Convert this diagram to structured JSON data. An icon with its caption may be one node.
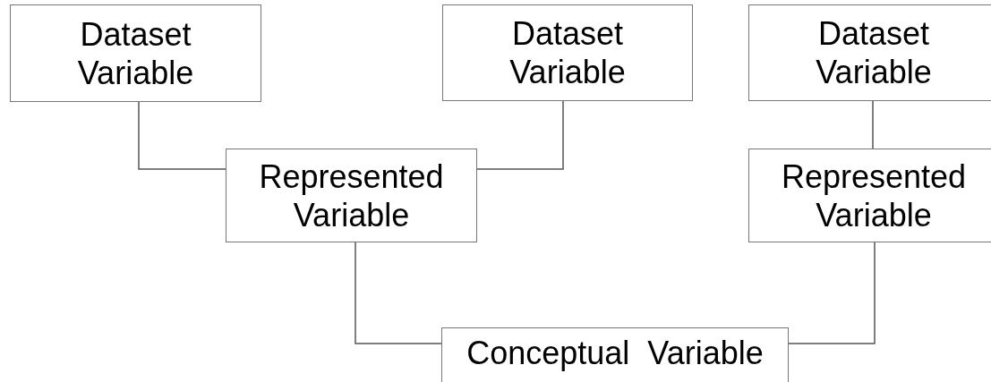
{
  "diagram": {
    "nodes": [
      {
        "text": [
          "Dataset Variable"
        ]
      },
      {
        "text": [
          "Dataset Variable"
        ]
      },
      {
        "text": [
          "Dataset Variable"
        ]
      },
      {
        "text": [
          "Represented Variable"
        ]
      },
      {
        "text": [
          "Represented Variable"
        ]
      },
      {
        "text": [
          "Conceptual  Variable"
        ]
      }
    ],
    "edges": [
      {
        "from": 0,
        "to": 3,
        "arrow": "none"
      },
      {
        "from": 1,
        "to": 3,
        "arrow": "none"
      },
      {
        "from": 2,
        "to": 4,
        "arrow": "none"
      },
      {
        "from": 3,
        "to": 5,
        "arrow": "none"
      },
      {
        "from": 4,
        "to": 5,
        "arrow": "none"
      }
    ]
  }
}
